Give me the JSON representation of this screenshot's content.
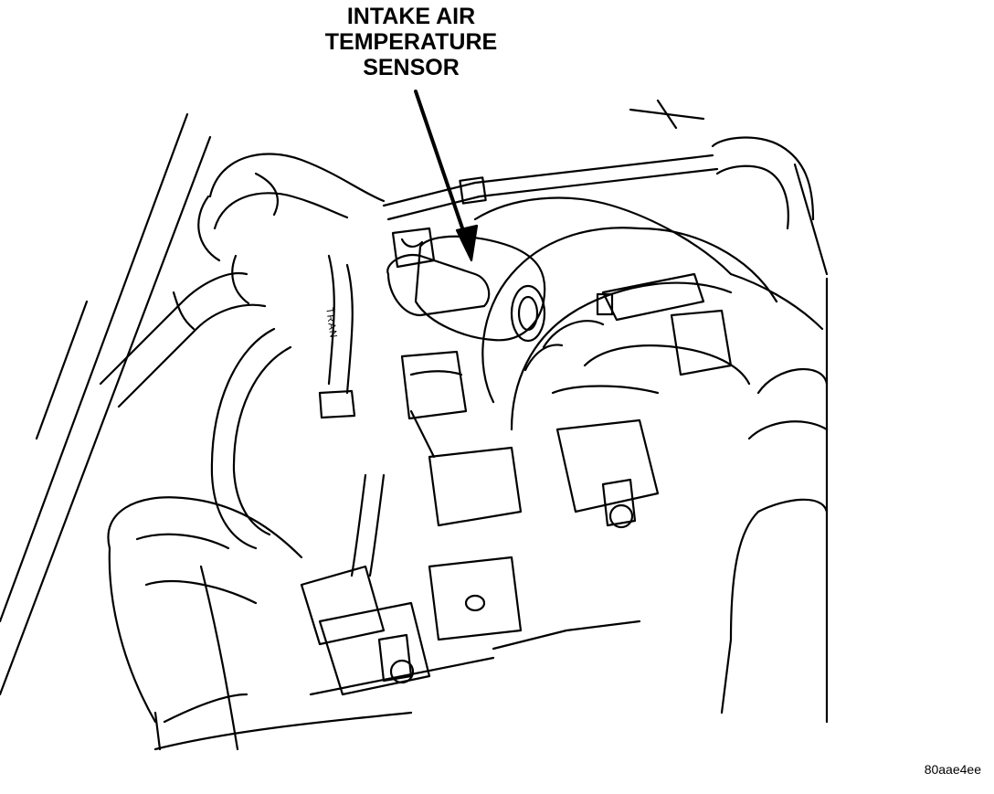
{
  "callout": {
    "lines": [
      "INTAKE AIR",
      "TEMPERATURE",
      "SENSOR"
    ]
  },
  "hose_text": "TRAN",
  "figure_id": "80aae4ee",
  "colors": {
    "ink": "#000000",
    "paper": "#ffffff"
  },
  "icons": [
    "arrow-pointer-icon"
  ]
}
